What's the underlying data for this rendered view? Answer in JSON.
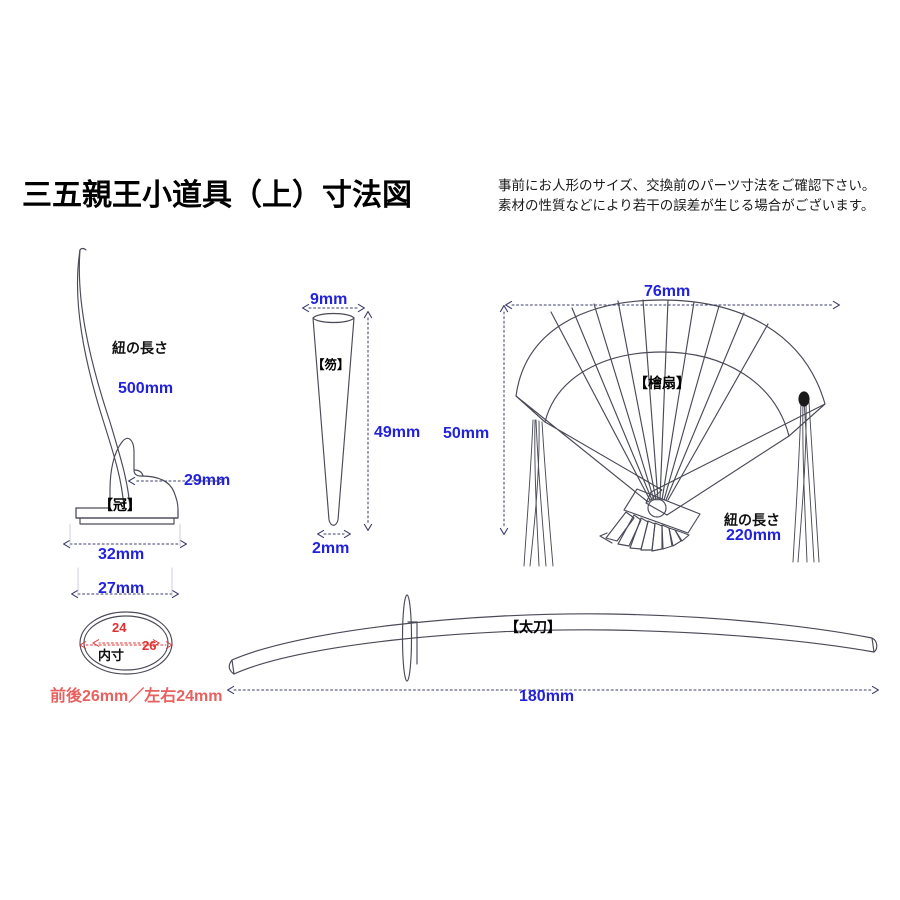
{
  "page": {
    "title": "三五親王小道具（上）寸法図",
    "background": "#ffffff",
    "dimension_color": "#2222dd",
    "red_color": "#e03131",
    "line_color": "#4a4a58"
  },
  "note": {
    "line1": "事前にお人形のサイズ、交換前のパーツ寸法をご確認下さい。",
    "line2": "素材の性質などにより若干の誤差が生じる場合がございます。"
  },
  "parts": {
    "crown": {
      "label": "【冠】",
      "cord_label": "紐の長さ",
      "cord_length": "500mm",
      "height": "29mm",
      "outer_width": "32mm",
      "inner_width": "27mm",
      "oval_label": "内寸",
      "oval_vertical": "24",
      "oval_horizontal": "26",
      "caption": "前後26mm／左右24mm"
    },
    "shaku": {
      "label": "【笏】",
      "top_width": "9mm",
      "length": "49mm",
      "bottom_width": "2mm"
    },
    "fan": {
      "label": "【檜扇】",
      "width": "76mm",
      "height": "50mm",
      "cord_label": "紐の長さ",
      "cord_length": "220mm"
    },
    "sword": {
      "label": "【太刀】",
      "length": "180mm"
    }
  }
}
